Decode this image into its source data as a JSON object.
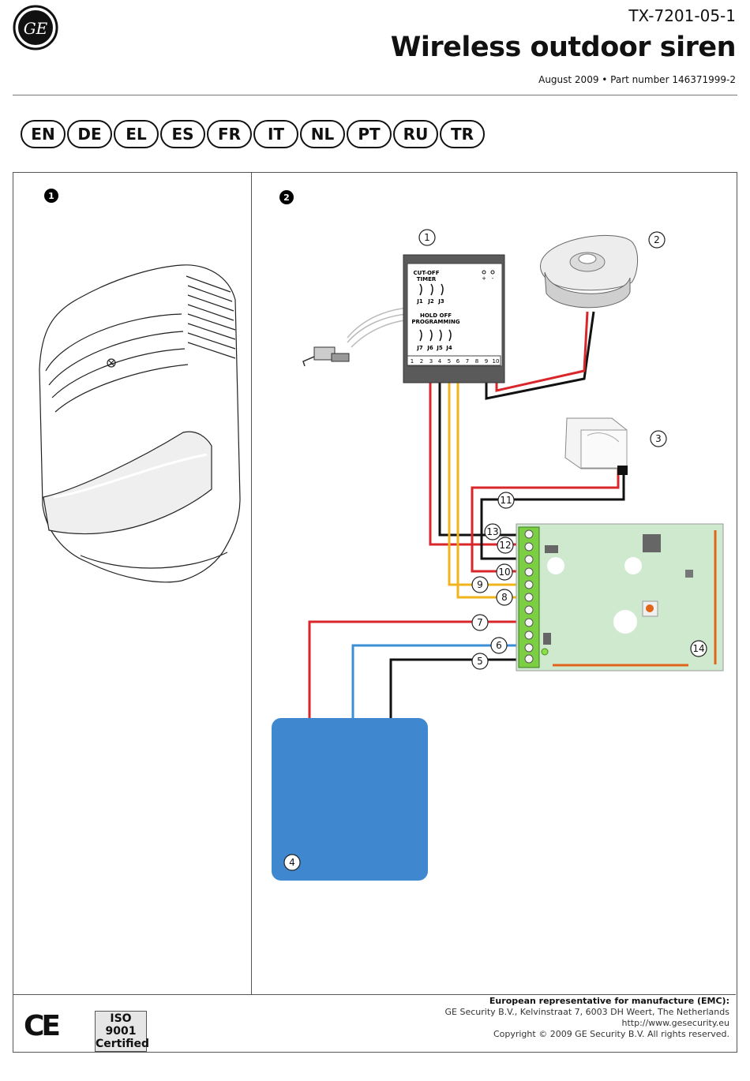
{
  "header": {
    "doc_number": "TX-7201-05-1",
    "title": "Wireless outdoor siren",
    "date_part": "August 2009 • Part number 146371999-2",
    "logo_text": "GE"
  },
  "languages": [
    "EN",
    "DE",
    "EL",
    "ES",
    "FR",
    "IT",
    "NL",
    "PT",
    "RU",
    "TR"
  ],
  "figures": {
    "fig1": "1",
    "fig2": "2"
  },
  "module": {
    "cutoff": "CUT-OFF",
    "timer": "TIMER",
    "jumpers_top": [
      "J1",
      "J2",
      "J3"
    ],
    "holdoff": "HOLD OFF",
    "programming": "PROGRAMMING",
    "jumpers_bottom": [
      "J7",
      "J6",
      "J5",
      "J4"
    ],
    "terminals": [
      "1",
      "2",
      "3",
      "4",
      "5",
      "6",
      "7",
      "8",
      "9",
      "10"
    ],
    "led_plus": "+",
    "led_minus": "-"
  },
  "callouts": [
    "1",
    "2",
    "3",
    "4",
    "5",
    "6",
    "7",
    "8",
    "9",
    "10",
    "11",
    "12",
    "13",
    "14"
  ],
  "colors": {
    "wire_red": "#d8262b",
    "wire_black": "#111111",
    "wire_yellow": "#f2b41c",
    "wire_blue": "#3a8fd6",
    "battery": "#3f87cf",
    "pcb": "#cfe9cf"
  },
  "footer": {
    "ce": "CE",
    "iso_line1": "ISO 9001",
    "iso_line2": "Certified",
    "rep_title": "European representative for manufacture (EMC):",
    "address": "GE Security B.V., Kelvinstraat 7, 6003 DH Weert, The Netherlands",
    "url": "http://www.gesecurity.eu",
    "copyright": "Copyright © 2009 GE Security B.V. All rights reserved."
  }
}
